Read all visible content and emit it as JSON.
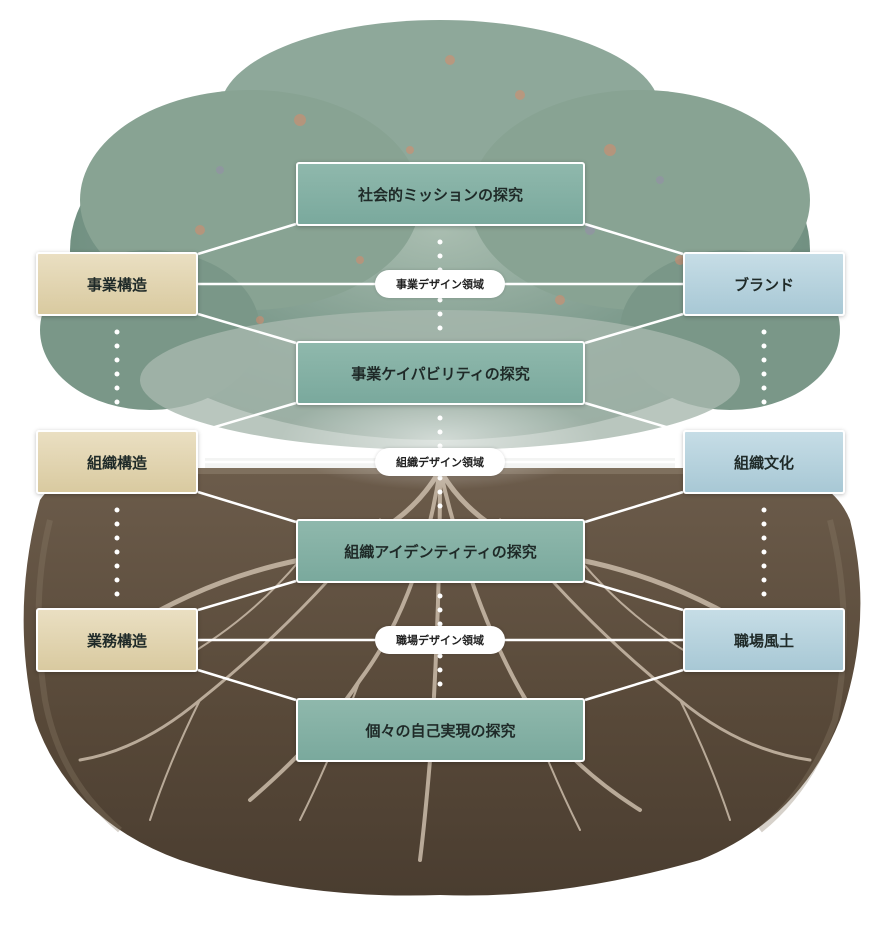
{
  "center_boxes": [
    {
      "label": "社会的ミッションの探究"
    },
    {
      "label": "事業ケイパビリティの探究"
    },
    {
      "label": "組織アイデンティティの探究"
    },
    {
      "label": "個々の自己実現の探究"
    }
  ],
  "left_boxes": [
    {
      "label": "事業構造"
    },
    {
      "label": "組織構造"
    },
    {
      "label": "業務構造"
    }
  ],
  "right_boxes": [
    {
      "label": "ブランド"
    },
    {
      "label": "組織文化"
    },
    {
      "label": "職場風土"
    }
  ],
  "domain_labels": [
    {
      "label": "事業デザイン領域"
    },
    {
      "label": "組織デザイン領域"
    },
    {
      "label": "職場デザイン領域"
    }
  ],
  "colors": {
    "center_box": "#7aa99d",
    "left_box": "#d9caa0",
    "right_box": "#a8c8d5",
    "foliage": "#7d9a8c",
    "soil": "#5a4a3a",
    "roots": "#c9b9a6",
    "connector": "#ffffff"
  }
}
